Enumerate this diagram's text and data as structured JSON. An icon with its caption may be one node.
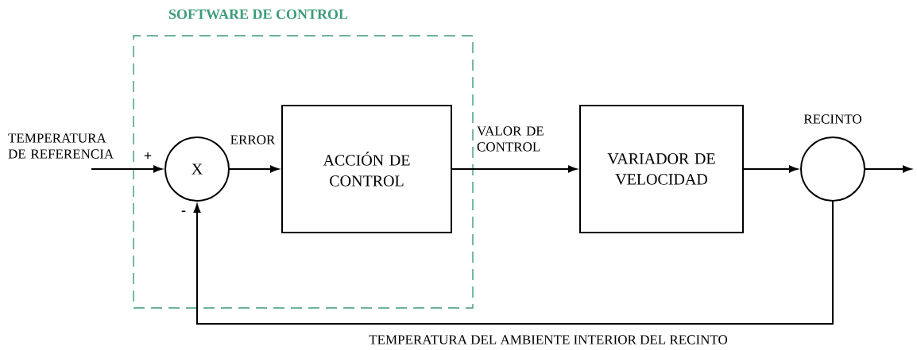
{
  "diagram": {
    "nodes": [
      {
        "text": [
          "SOFTWARE DE CONTROL"
        ]
      },
      {
        "text": [
          "X"
        ],
        "beside": [
          "+",
          "-"
        ],
        "in": 0
      },
      {
        "text": [
          "ACCIÓN DE CONTROL"
        ],
        "in": 0
      },
      {
        "text": [
          "VARIADOR DE VELOCIDAD"
        ]
      },
      {
        "text": [
          "RECINTO"
        ]
      }
    ],
    "edges": [
      {
        "from": null,
        "to": 1,
        "arrow": "to",
        "label": "TEMPERATURA DE REFERENCIA"
      },
      {
        "from": 1,
        "to": 2,
        "arrow": "to",
        "label": "ERROR"
      },
      {
        "from": 2,
        "to": 3,
        "arrow": "to",
        "label": "VALOR DE CONTROL"
      },
      {
        "from": 3,
        "to": 4,
        "arrow": "to"
      },
      {
        "from": 4,
        "to": null,
        "arrow": "to"
      },
      {
        "from": 4,
        "to": 1,
        "arrow": "to",
        "label": "TEMPERATURA DEL AMBIENTE INTERIOR DEL RECINTO"
      }
    ]
  }
}
